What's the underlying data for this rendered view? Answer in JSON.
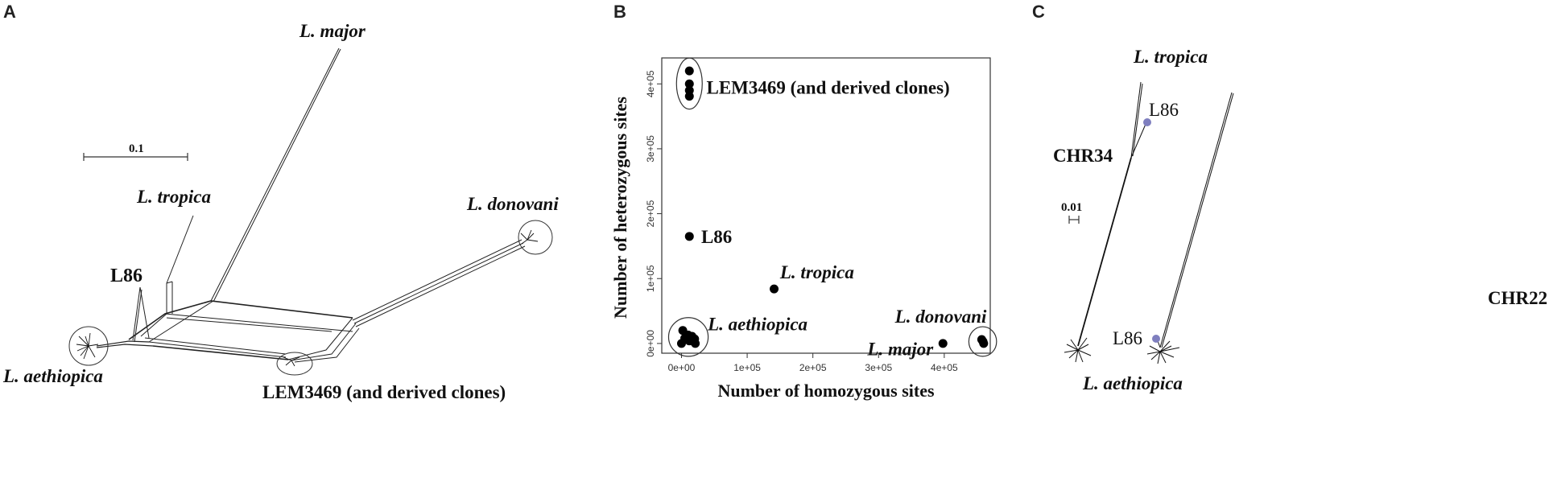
{
  "panels": {
    "a": "A",
    "b": "B",
    "c": "C"
  },
  "panel_a": {
    "scale_label": "0.1",
    "labels": {
      "major": "L. major",
      "tropica": "L. tropica",
      "donovani": "L. donovani",
      "l86": "L86",
      "aethiopica": "L. aethiopica",
      "lem": "LEM3469 (and derived clones)"
    }
  },
  "panel_c": {
    "scale_label": "0.01",
    "labels": {
      "tropica": "L. tropica",
      "l86_top": "L86",
      "chr34": "CHR34",
      "chr22": "CHR22",
      "l86_bottom": "L86",
      "aethiopica": "L. aethiopica"
    },
    "marker_color": "#7f7fbf"
  },
  "chart_data": {
    "type": "scatter",
    "xlabel": "Number of homozygous sites",
    "ylabel": "Number of heterozygous sites",
    "xlim": [
      -30000,
      470000
    ],
    "ylim": [
      -15000,
      440000
    ],
    "x_ticks": [
      {
        "value": 0,
        "label": "0e+00"
      },
      {
        "value": 100000,
        "label": "1e+05"
      },
      {
        "value": 200000,
        "label": "2e+05"
      },
      {
        "value": 300000,
        "label": "3e+05"
      },
      {
        "value": 400000,
        "label": "4e+05"
      }
    ],
    "y_ticks": [
      {
        "value": 0,
        "label": "0e+00"
      },
      {
        "value": 100000,
        "label": "1e+05"
      },
      {
        "value": 200000,
        "label": "2e+05"
      },
      {
        "value": 300000,
        "label": "3e+05"
      },
      {
        "value": 400000,
        "label": "4e+05"
      }
    ],
    "point_color": "#000000",
    "points": [
      {
        "group": "LEM3469 (and derived clones)",
        "x": 12000,
        "y": 420000
      },
      {
        "group": "LEM3469 (and derived clones)",
        "x": 12000,
        "y": 400000
      },
      {
        "group": "LEM3469 (and derived clones)",
        "x": 12000,
        "y": 390000
      },
      {
        "group": "LEM3469 (and derived clones)",
        "x": 12000,
        "y": 381000
      },
      {
        "group": "L86",
        "x": 12000,
        "y": 165000
      },
      {
        "group": "L. tropica",
        "x": 141000,
        "y": 84000
      },
      {
        "group": "L. aethiopica",
        "x": 2000,
        "y": 20000
      },
      {
        "group": "L. aethiopica",
        "x": 10000,
        "y": 13000
      },
      {
        "group": "L. aethiopica",
        "x": 5000,
        "y": 8000
      },
      {
        "group": "L. aethiopica",
        "x": 16000,
        "y": 11000
      },
      {
        "group": "L. aethiopica",
        "x": 20000,
        "y": 7000
      },
      {
        "group": "L. aethiopica",
        "x": 12000,
        "y": 4000
      },
      {
        "group": "L. aethiopica",
        "x": 0,
        "y": 0
      },
      {
        "group": "L. aethiopica",
        "x": 21000,
        "y": 0
      },
      {
        "group": "L. major",
        "x": 398000,
        "y": 0
      },
      {
        "group": "L. donovani",
        "x": 457000,
        "y": 6000
      },
      {
        "group": "L. donovani",
        "x": 459000,
        "y": 3000
      },
      {
        "group": "L. donovani",
        "x": 460000,
        "y": 0
      }
    ],
    "annotations": [
      {
        "key": "lem",
        "text": "LEM3469 (and derived clones)"
      },
      {
        "key": "l86",
        "text": "L86"
      },
      {
        "key": "tropica",
        "text": "L. tropica"
      },
      {
        "key": "aethiopica",
        "text": "L. aethiopica"
      },
      {
        "key": "donovani",
        "text": "L. donovani"
      },
      {
        "key": "major",
        "text": "L. major"
      }
    ]
  }
}
